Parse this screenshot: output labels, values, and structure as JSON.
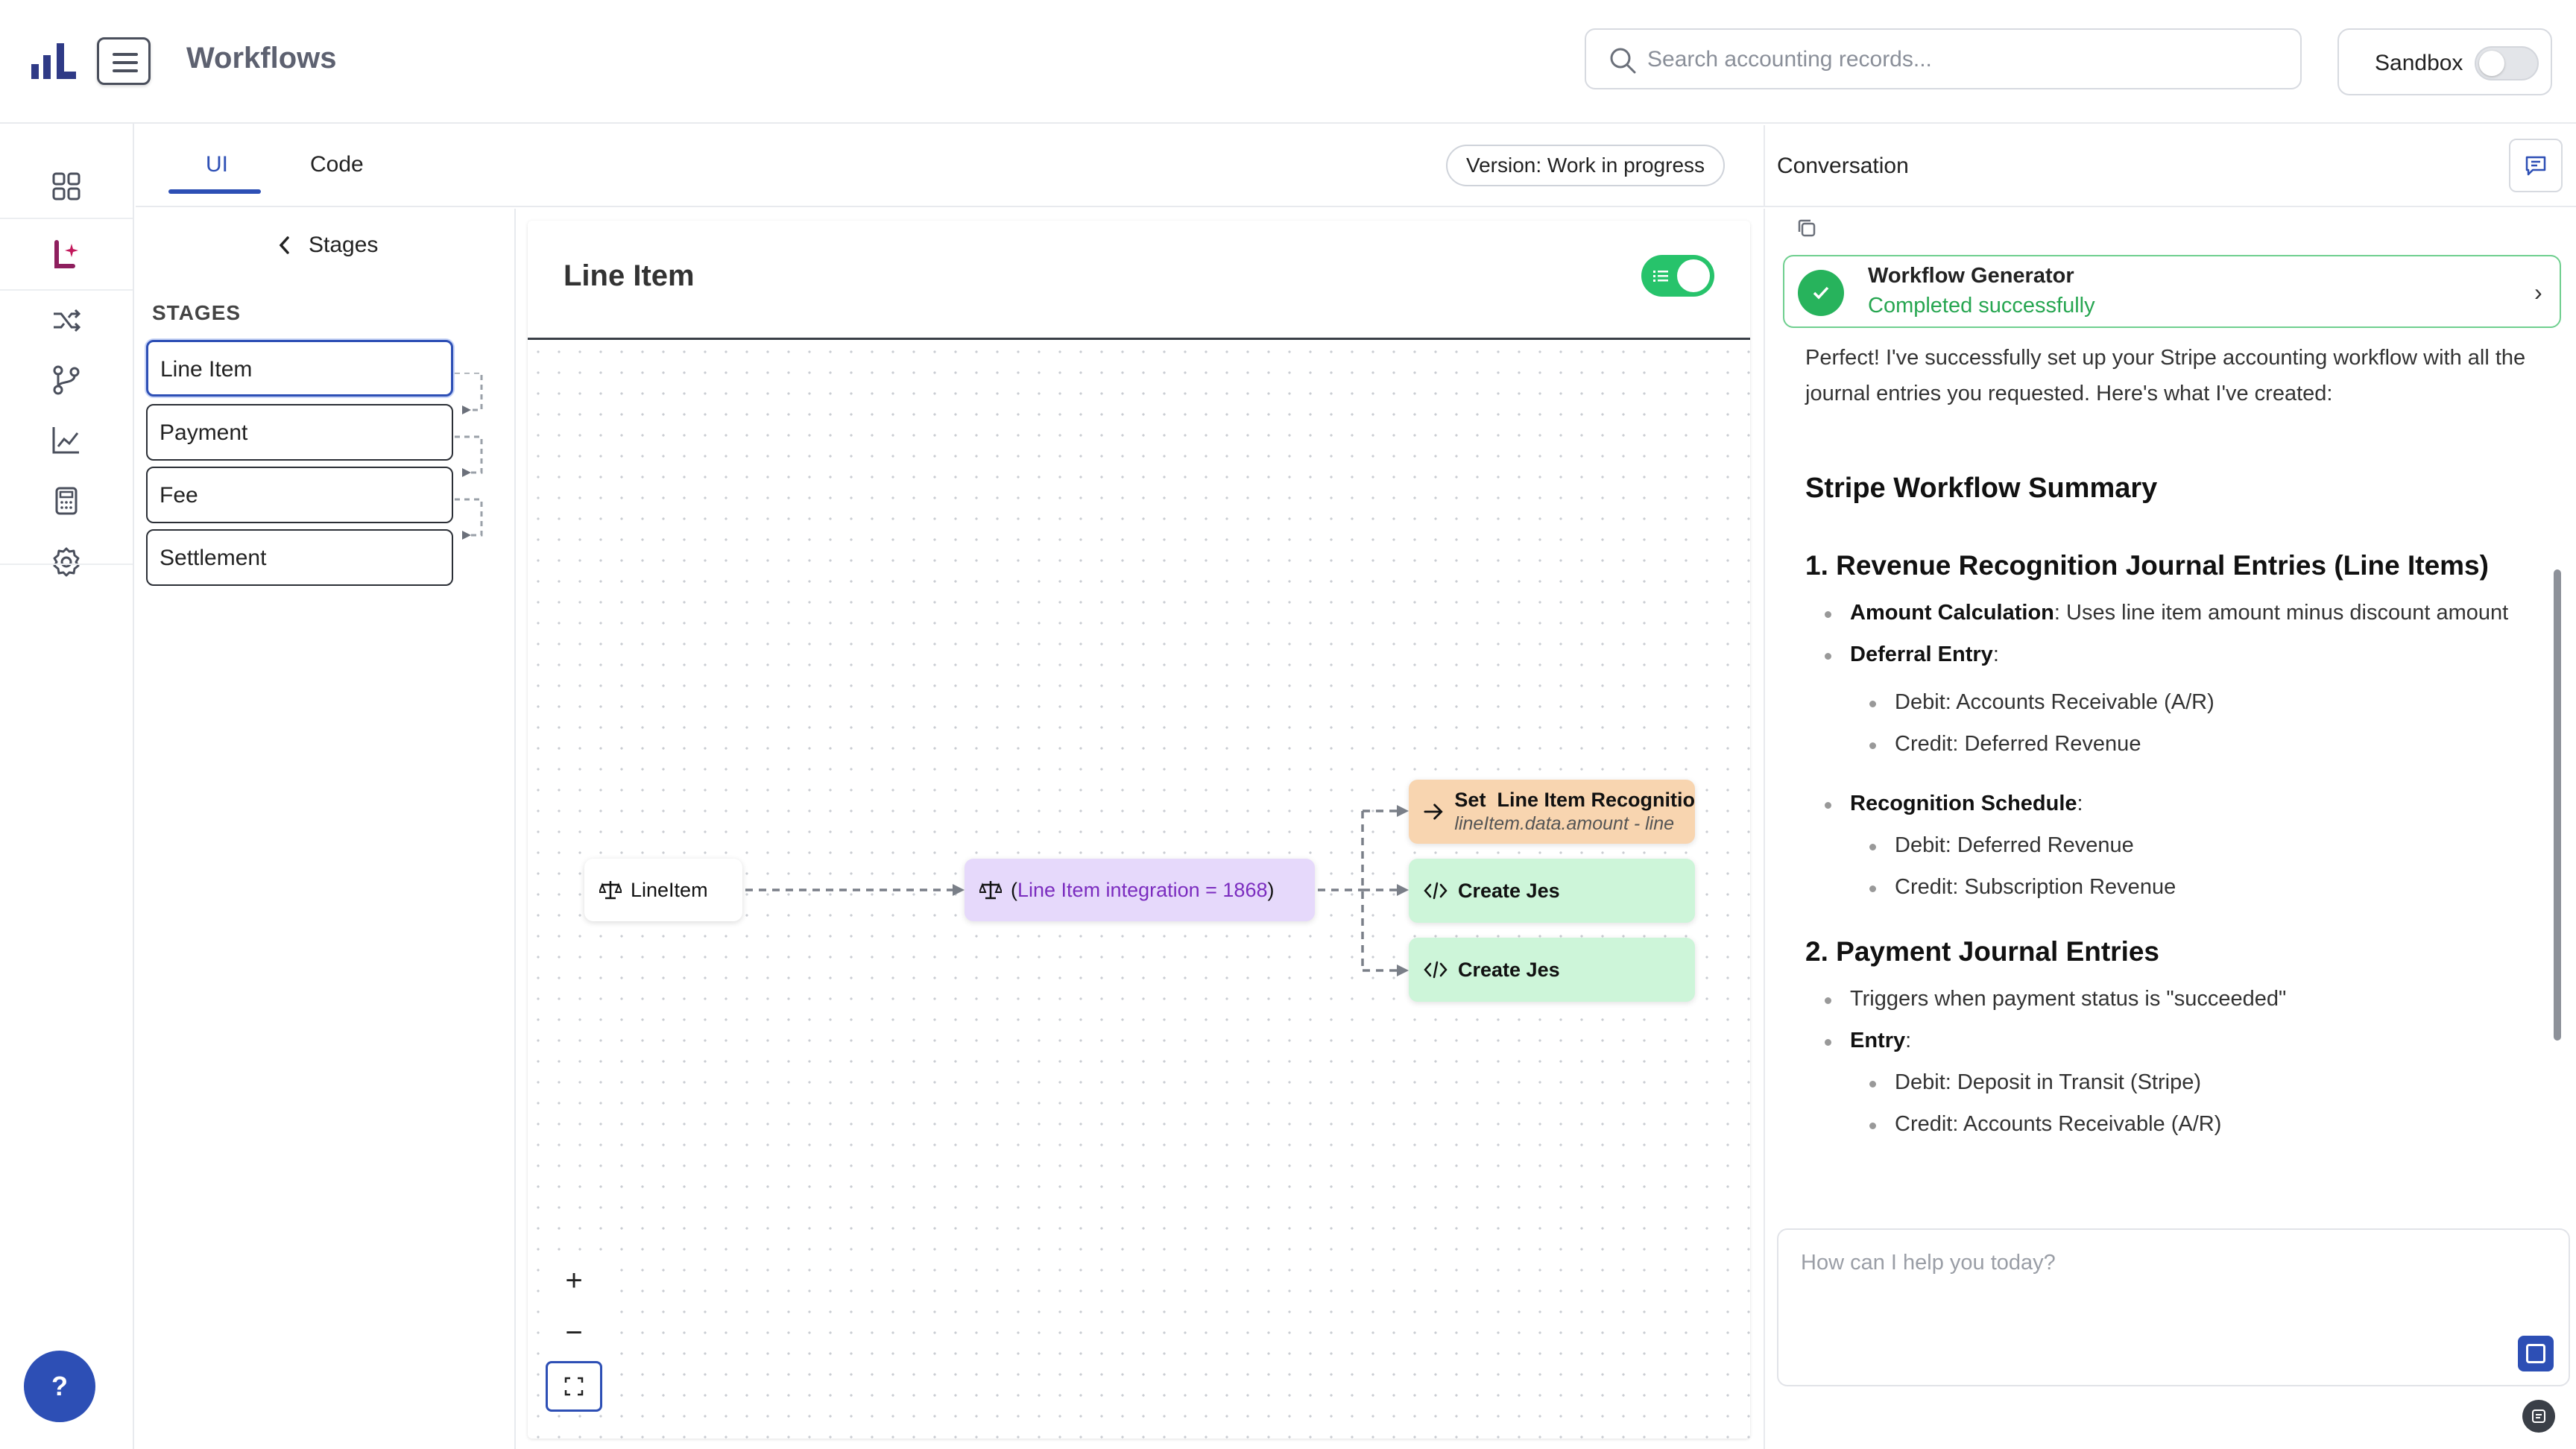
{
  "header": {
    "title": "Workflows",
    "search_placeholder": "Search accounting records...",
    "sandbox_label": "Sandbox",
    "sandbox_enabled": false
  },
  "rail": {
    "items": [
      "dashboard-grid-icon",
      "ledger-ai-icon",
      "shuffle-icon",
      "git-branch-icon",
      "chart-line-icon",
      "calculator-icon",
      "gear-icon"
    ],
    "help_label": "?"
  },
  "tabs": {
    "items": [
      "UI",
      "Code"
    ],
    "active": "UI",
    "version_label": "Version: Work in progress"
  },
  "stages": {
    "back_label": "Stages",
    "heading": "STAGES",
    "items": [
      "Line Item",
      "Payment",
      "Fee",
      "Settlement"
    ],
    "active": "Line Item"
  },
  "canvas": {
    "title": "Line Item",
    "enabled": true,
    "nodes": {
      "source": "LineItem",
      "filter_open": "(",
      "filter_expr": "Line Item integration = 1868",
      "filter_close": ")",
      "set_prefix": "Set",
      "set_title": "Line Item Recognitio",
      "set_expr": "lineItem.data.amount - line",
      "jes_1": "Create Jes",
      "jes_2": "Create Jes"
    },
    "zoom": {
      "in": "+",
      "out": "−"
    }
  },
  "conversation": {
    "title": "Conversation",
    "generator": {
      "title": "Workflow Generator",
      "status": "Completed successfully"
    },
    "intro": "Perfect! I've successfully set up your Stripe accounting workflow with all the journal entries you requested. Here's what I've created:",
    "summary_heading": "Stripe Workflow Summary",
    "section1": {
      "heading": "1. Revenue Recognition Journal Entries (Line Items)",
      "amount_label": "Amount Calculation",
      "amount_text": ": Uses line item amount minus discount amount",
      "deferral_label": "Deferral Entry",
      "deferral_items": [
        "Debit: Accounts Receivable (A/R)",
        "Credit: Deferred Revenue"
      ],
      "schedule_label": "Recognition Schedule",
      "schedule_items": [
        "Debit: Deferred Revenue",
        "Credit: Subscription Revenue"
      ]
    },
    "section2": {
      "heading": "2. Payment Journal Entries",
      "trigger_text": "Triggers when payment status is \"succeeded\"",
      "entry_label": "Entry",
      "entry_items": [
        "Debit: Deposit in Transit (Stripe)",
        "Credit: Accounts Receivable (A/R)"
      ]
    },
    "composer_placeholder": "How can I help you today?"
  },
  "colors": {
    "accent": "#2d4fb5",
    "success": "#27b35c",
    "filter_node": "#e6d9fb",
    "set_node": "#f8d5b0",
    "action_node": "#cdf5d9"
  }
}
